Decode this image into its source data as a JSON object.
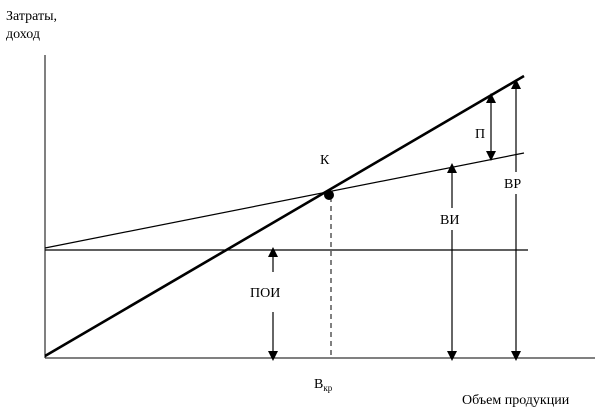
{
  "y_axis_label_line1": "Затраты,",
  "y_axis_label_line2": "доход",
  "x_axis_label": "Объем продукции",
  "point_label": "К",
  "x_critical_label": "В",
  "x_critical_subscript": "кр",
  "label_fixed_costs": "ПОИ",
  "label_variable_costs": "ВИ",
  "label_revenue": "ВР",
  "label_profit": "П"
}
